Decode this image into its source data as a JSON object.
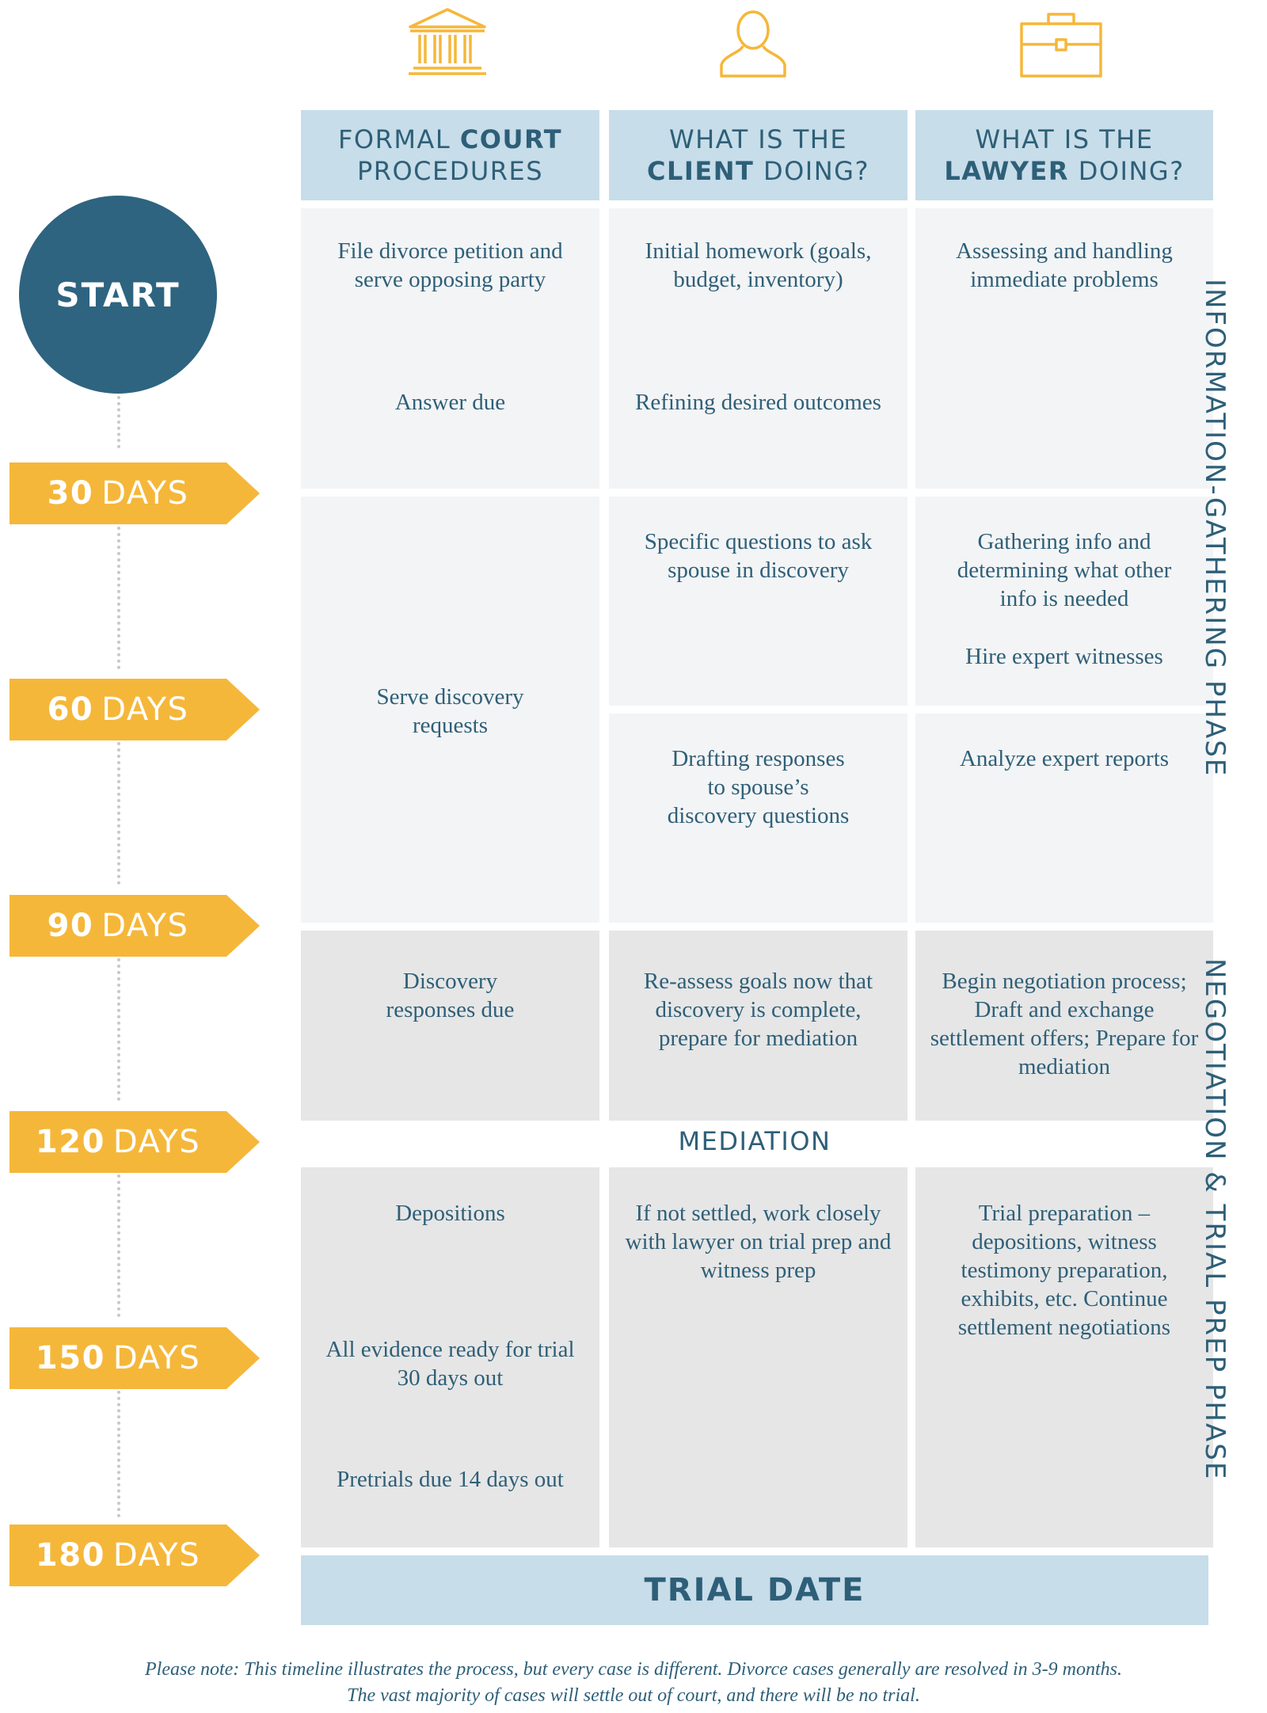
{
  "colors": {
    "accent_yellow": "#f5b73a",
    "dark_teal": "#2e6480",
    "header_blue": "#c7dde9",
    "light_cell": "#f3f4f5",
    "gray_cell": "#e6e6e6",
    "text": "#2e5f78"
  },
  "icons": [
    "courthouse-icon",
    "person-icon",
    "briefcase-icon"
  ],
  "headers": [
    {
      "line1_pre": "FORMAL ",
      "line1_bold": "COURT",
      "line1_post": "",
      "line2_pre": "PROCEDURES",
      "line2_bold": "",
      "line2_post": ""
    },
    {
      "line1_pre": "WHAT IS THE",
      "line1_bold": "",
      "line1_post": "",
      "line2_pre": "",
      "line2_bold": "CLIENT",
      "line2_post": " DOING?"
    },
    {
      "line1_pre": "WHAT IS THE",
      "line1_bold": "",
      "line1_post": "",
      "line2_pre": "",
      "line2_bold": "LAWYER",
      "line2_post": " DOING?"
    }
  ],
  "start_label": "START",
  "milestones": [
    {
      "num": "30",
      "unit": "DAYS"
    },
    {
      "num": "60",
      "unit": "DAYS"
    },
    {
      "num": "90",
      "unit": "DAYS"
    },
    {
      "num": "120",
      "unit": "DAYS"
    },
    {
      "num": "150",
      "unit": "DAYS"
    },
    {
      "num": "180",
      "unit": "DAYS"
    }
  ],
  "phases": {
    "info": "INFORMATION-GATHERING PHASE",
    "negotiation": "NEGOTIATION & TRIAL PREP PHASE"
  },
  "court": {
    "filing": "File divorce petition and serve opposing party",
    "answer": "Answer due",
    "serve_discovery": "Serve discovery requests",
    "discovery_due": "Discovery responses due",
    "depositions": "Depositions",
    "evidence": "All evidence ready for trial 30 days out",
    "pretrials": "Pretrials due 14 days out"
  },
  "client": {
    "homework": "Initial homework (goals, budget, inventory)",
    "refining": "Refining desired outcomes",
    "questions": "Specific questions to ask spouse in discovery",
    "drafting": "Drafting responses to spouse’s discovery questions",
    "reassess": "Re-assess goals now that discovery is complete, prepare for mediation",
    "trial_prep": "If not settled, work closely with lawyer on trial prep and witness prep"
  },
  "lawyer": {
    "assessing": "Assessing and handling immediate problems",
    "gathering": "Gathering info and determining what other info is needed",
    "hire": "Hire expert witnesses",
    "analyze": "Analyze expert reports",
    "negotiation": "Begin negotiation process; Draft and exchange settlement offers; Prepare for mediation",
    "trial_prep": "Trial preparation – depositions, witness testimony preparation, exhibits, etc. Continue settlement negotiations"
  },
  "mediation": "MEDIATION",
  "trial_date": "TRIAL DATE",
  "note": {
    "line1": "Please note: This timeline illustrates the process, but every case is different. Divorce cases generally are resolved in 3-9 months.",
    "line2": "The vast majority of cases will settle out of court, and there will be no trial."
  }
}
